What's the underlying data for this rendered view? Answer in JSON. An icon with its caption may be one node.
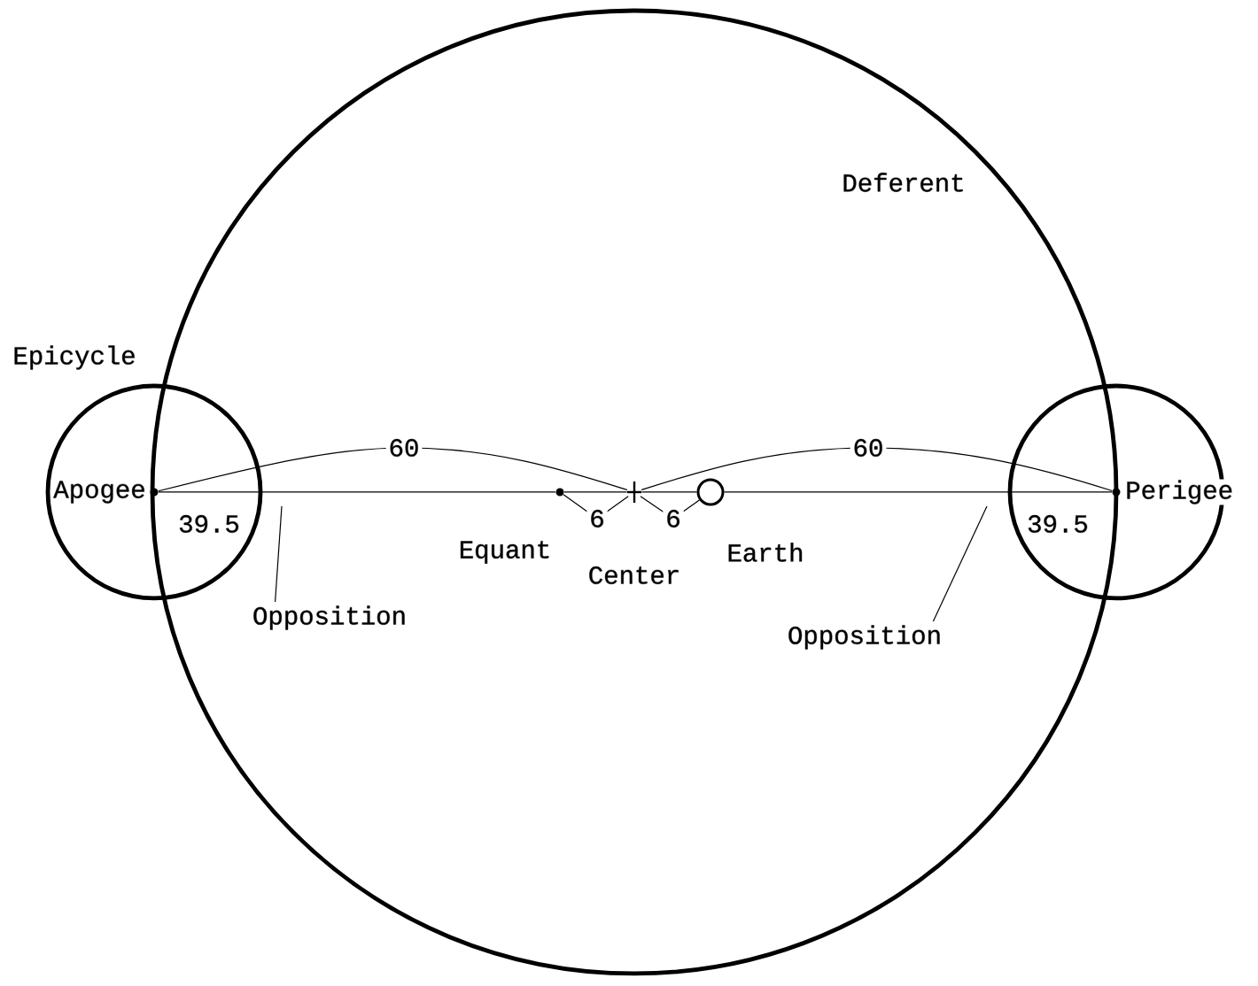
{
  "diagram": {
    "nodes": [
      {
        "text": [
          "Deferent"
        ]
      },
      {
        "text": [
          "Epicycle"
        ]
      },
      {
        "text": [],
        "shape": "circle"
      },
      {
        "text": [
          "Apogee"
        ],
        "in": 1
      },
      {
        "text": [
          "Equant"
        ],
        "in": 0
      },
      {
        "text": [
          "Center"
        ],
        "in": 0
      },
      {
        "text": [
          "Earth"
        ],
        "in": 0
      },
      {
        "text": [
          "Perigee"
        ],
        "in": 2
      },
      {
        "text": [
          "Opposition"
        ],
        "in": 0
      },
      {
        "text": [
          "Opposition"
        ],
        "in": 0
      }
    ],
    "edges": [
      {
        "from": 3,
        "to": 5,
        "arrow": "none",
        "label": "60"
      },
      {
        "from": 5,
        "to": 7,
        "arrow": "none",
        "label": "60"
      },
      {
        "from": 3,
        "to": 4,
        "arrow": "none"
      },
      {
        "from": 4,
        "to": 5,
        "arrow": "none",
        "label": "6"
      },
      {
        "from": 5,
        "to": 6,
        "arrow": "none",
        "label": "6"
      },
      {
        "from": 8,
        "to": null,
        "arrow": "none"
      },
      {
        "from": 9,
        "to": null,
        "arrow": "none"
      },
      {
        "from": 4,
        "to": 5,
        "arrow": "none"
      },
      {
        "from": 5,
        "to": 6,
        "arrow": "none"
      },
      {
        "from": 6,
        "to": 7,
        "arrow": "none"
      }
    ],
    "labels": [
      "39.5",
      "39.5"
    ]
  }
}
